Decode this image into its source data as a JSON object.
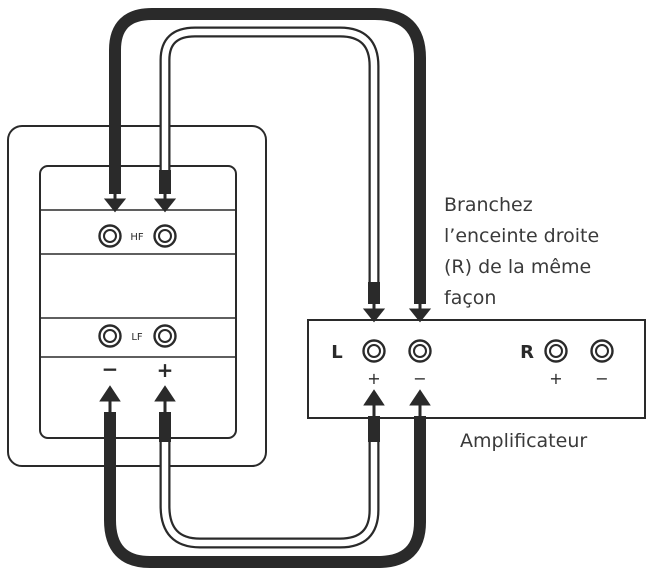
{
  "speaker": {
    "hf_label": "HF",
    "lf_label": "LF",
    "minus_sign": "−",
    "plus_sign": "+"
  },
  "amplifier": {
    "left_label": "L",
    "right_label": "R",
    "plus_sign": "+",
    "minus_sign": "−",
    "caption": "Amplificateur"
  },
  "note": {
    "lines": [
      "Branchez",
      "l’enceinte droite",
      "(R) de la même",
      "façon"
    ]
  },
  "colors": {
    "cable_dark": "#2a2a2a",
    "cable_light": "#ffffff",
    "outline": "#2a2a2a"
  }
}
